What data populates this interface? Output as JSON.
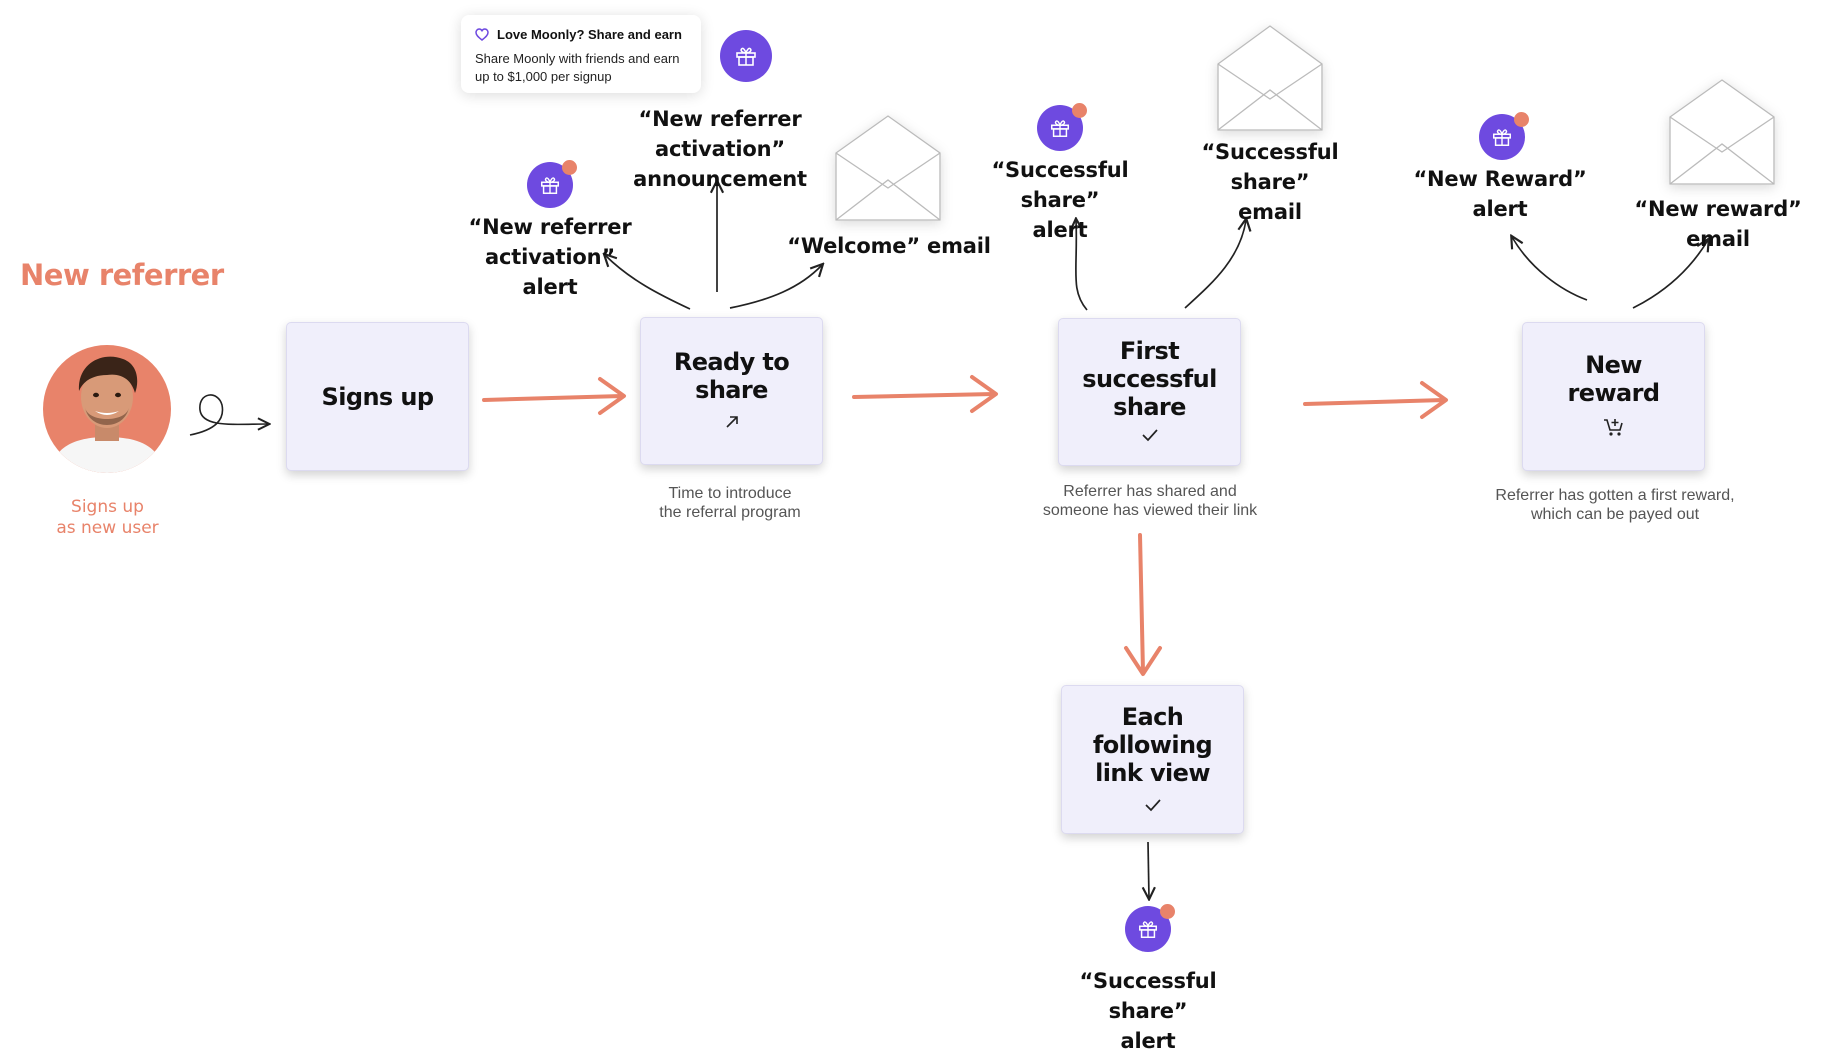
{
  "persona": {
    "heading": "New referrer",
    "caption": "Signs up\nas new user"
  },
  "steps": {
    "signs_up": {
      "label": "Signs up"
    },
    "ready": {
      "label": "Ready to\nshare",
      "icon": "arrow-up-right-icon",
      "caption": "Time to introduce\nthe referral program"
    },
    "first_share": {
      "label": "First\nsuccessful\nshare",
      "icon": "check-icon",
      "caption": "Referrer has shared and\nsomeone has viewed their link"
    },
    "new_reward": {
      "label": "New\nreward",
      "icon": "cart-plus-icon",
      "caption": "Referrer has gotten a first reward,\nwhich can be payed out"
    },
    "following": {
      "label": "Each following\nlink view",
      "icon": "check-icon"
    }
  },
  "notification": {
    "title": "Love Moonly? Share and earn",
    "text": "Share Moonly with friends and earn\nup to $1,000 per signup",
    "icon": "heart-icon"
  },
  "labels": {
    "activation_alert": "“New referrer activation”\nalert",
    "activation_announcement": "“New referrer activation”\nannouncement",
    "welcome_email": "“Welcome” email",
    "share_alert": "“Successful share”\nalert",
    "share_email": "“Successful share”\nemail",
    "reward_alert": "“New Reward”\nalert",
    "reward_email": "“New reward” email",
    "following_alert": "“Successful share”\nalert"
  },
  "colors": {
    "accent": "#e8836a",
    "purple": "#6e4ae0",
    "card": "#f0effb"
  }
}
